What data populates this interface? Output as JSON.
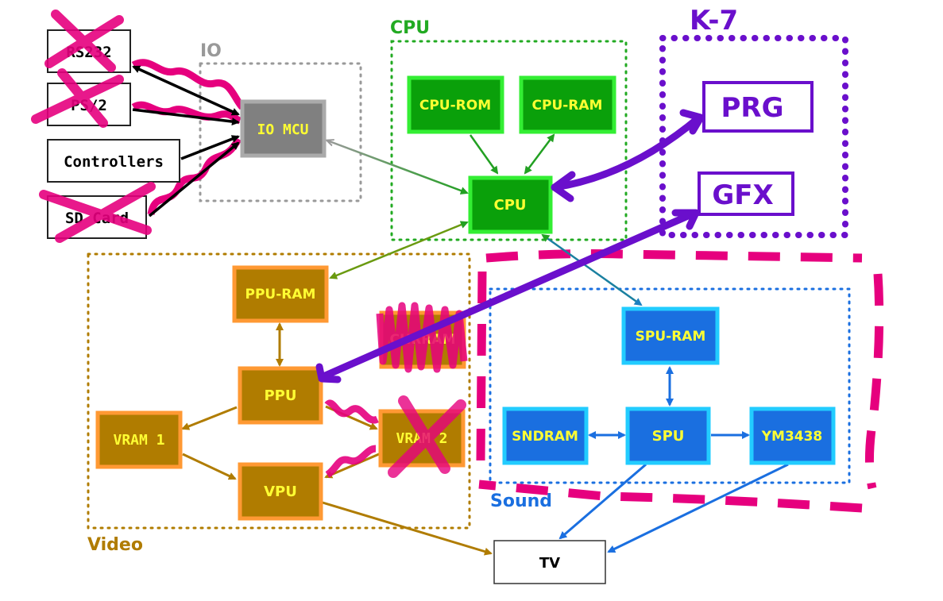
{
  "diagram_title": "Console architecture block diagram (annotated)",
  "colors": {
    "io_group": "#999999",
    "cpu_group": "#22aa22",
    "video_group": "#b07c00",
    "sound_group": "#1a6fe0",
    "k7_group": "#6a0fcc",
    "strike": "#e6007e",
    "chip_text": "#ffff33"
  },
  "groups": {
    "io": {
      "label": "IO"
    },
    "cpu": {
      "label": "CPU"
    },
    "video": {
      "label": "Video"
    },
    "sound": {
      "label": "Sound"
    },
    "k7": {
      "label": "K-7"
    }
  },
  "nodes": {
    "rs232": {
      "label": "RS232",
      "crossed_out": true
    },
    "ps2": {
      "label": "PS/2",
      "crossed_out": true
    },
    "controllers": {
      "label": "Controllers",
      "crossed_out": false
    },
    "sdcard": {
      "label": "SD Card",
      "crossed_out": true
    },
    "io_mcu": {
      "label": "IO MCU"
    },
    "cpu_rom": {
      "label": "CPU-ROM"
    },
    "cpu_ram": {
      "label": "CPU-RAM"
    },
    "cpu": {
      "label": "CPU"
    },
    "ppu_ram": {
      "label": "PPU-RAM"
    },
    "chrram": {
      "label": "CHRRAM",
      "crossed_out": true
    },
    "ppu": {
      "label": "PPU"
    },
    "vram1": {
      "label": "VRAM 1"
    },
    "vram2": {
      "label": "VRAM 2",
      "crossed_out": true
    },
    "vpu": {
      "label": "VPU"
    },
    "spu_ram": {
      "label": "SPU-RAM"
    },
    "sndram": {
      "label": "SNDRAM"
    },
    "spu": {
      "label": "SPU"
    },
    "ym3438": {
      "label": "YM3438"
    },
    "tv": {
      "label": "TV"
    },
    "prg": {
      "label": "PRG"
    },
    "gfx": {
      "label": "GFX"
    }
  },
  "connections": [
    {
      "from": "rs232",
      "to": "io_mcu",
      "bidirectional": true,
      "crossed_out": true
    },
    {
      "from": "ps2",
      "to": "io_mcu",
      "bidirectional": false,
      "crossed_out": true
    },
    {
      "from": "controllers",
      "to": "io_mcu",
      "bidirectional": false,
      "crossed_out": false
    },
    {
      "from": "sdcard",
      "to": "io_mcu",
      "bidirectional": false,
      "crossed_out": true
    },
    {
      "from": "cpu",
      "to": "io_mcu",
      "bidirectional": true
    },
    {
      "from": "cpu_rom",
      "to": "cpu",
      "bidirectional": false
    },
    {
      "from": "cpu_ram",
      "to": "cpu",
      "bidirectional": true
    },
    {
      "from": "cpu",
      "to": "ppu_ram",
      "bidirectional": true
    },
    {
      "from": "cpu",
      "to": "spu_ram",
      "bidirectional": true
    },
    {
      "from": "ppu_ram",
      "to": "ppu",
      "bidirectional": true
    },
    {
      "from": "ppu",
      "to": "vram1",
      "bidirectional": false
    },
    {
      "from": "ppu",
      "to": "vram2",
      "bidirectional": false,
      "crossed_out": true
    },
    {
      "from": "vram1",
      "to": "vpu",
      "bidirectional": false
    },
    {
      "from": "vram2",
      "to": "vpu",
      "bidirectional": false,
      "crossed_out": true
    },
    {
      "from": "vpu",
      "to": "tv",
      "bidirectional": false
    },
    {
      "from": "spu_ram",
      "to": "spu",
      "bidirectional": true
    },
    {
      "from": "sndram",
      "to": "spu",
      "bidirectional": true
    },
    {
      "from": "spu",
      "to": "ym3438",
      "bidirectional": false
    },
    {
      "from": "spu",
      "to": "tv",
      "bidirectional": false
    },
    {
      "from": "ym3438",
      "to": "tv",
      "bidirectional": false
    },
    {
      "from": "cpu",
      "to": "prg",
      "bidirectional": true,
      "handdrawn": true
    },
    {
      "from": "ppu",
      "to": "gfx",
      "bidirectional": true,
      "handdrawn": true
    }
  ]
}
